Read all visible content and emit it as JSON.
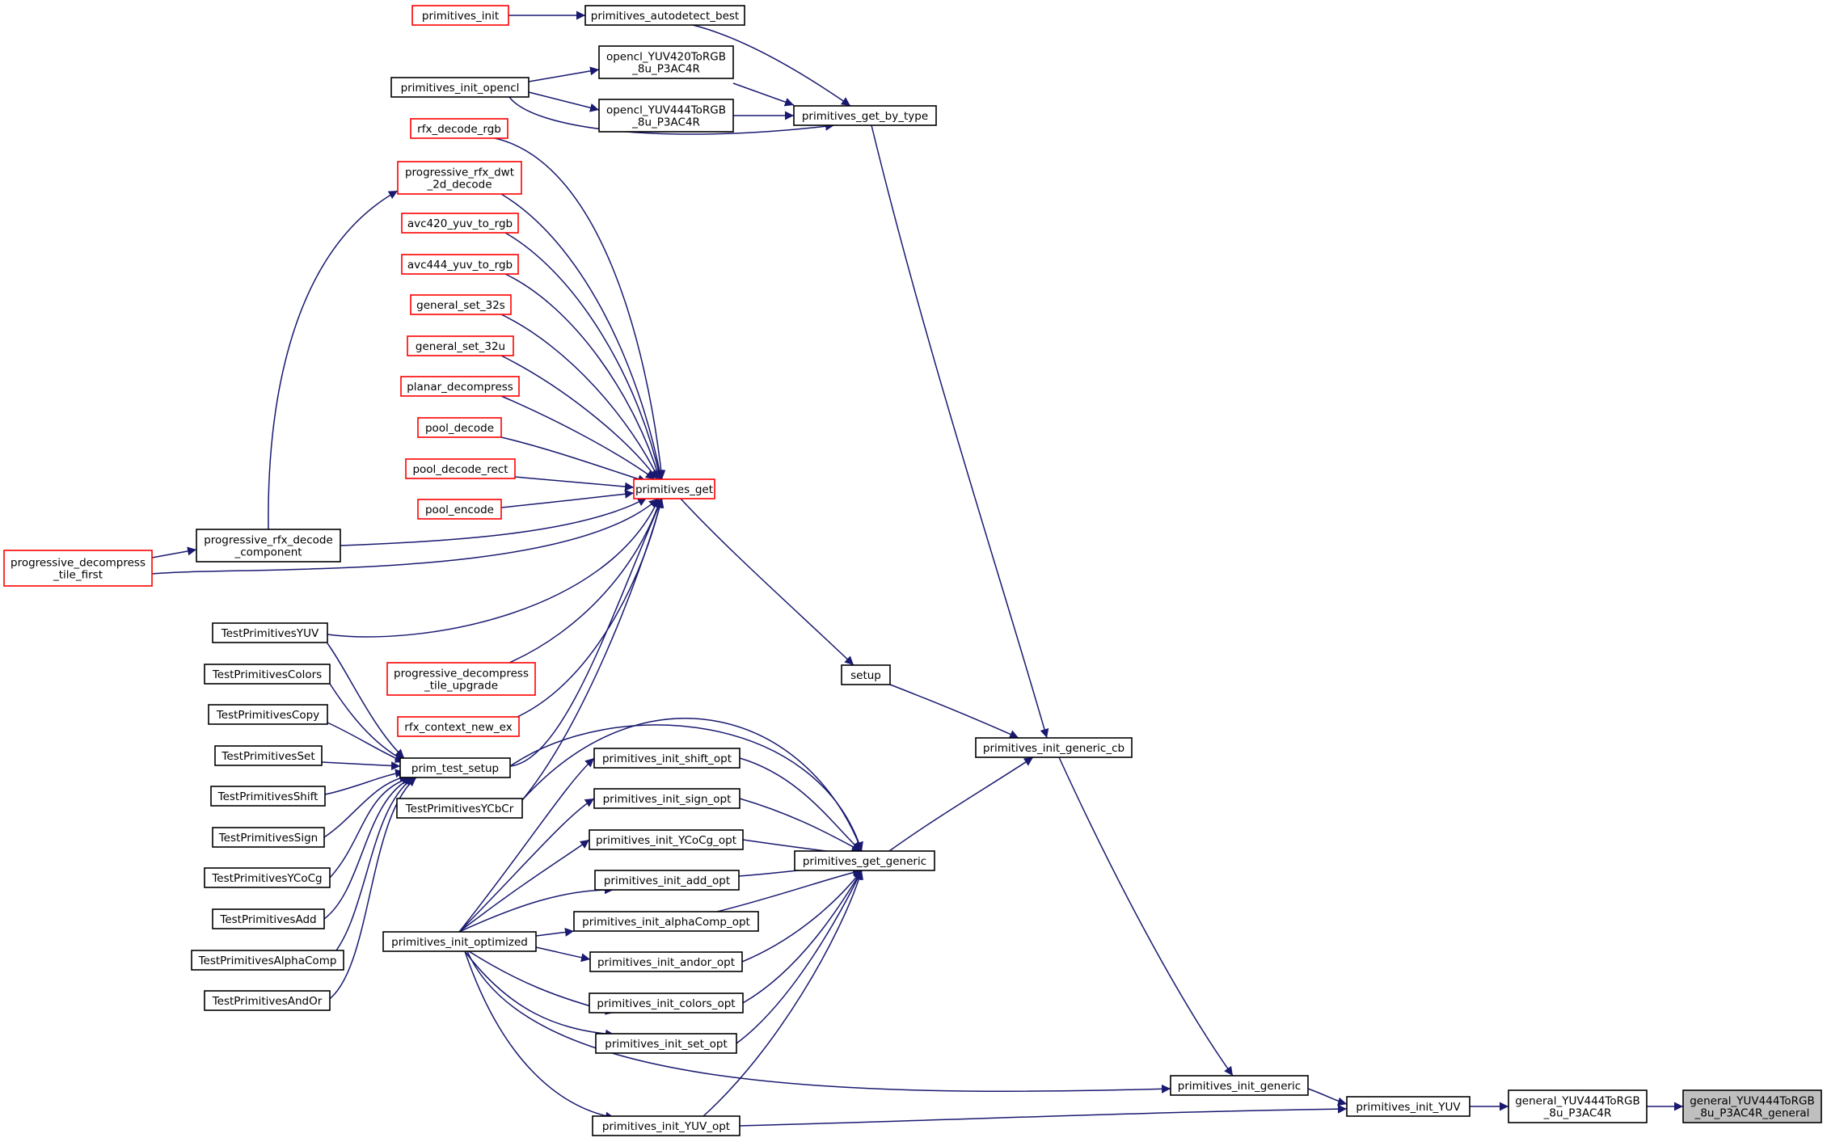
{
  "colors": {
    "edge": "#191970",
    "node_border": "#000000",
    "external_border": "#ff0000",
    "focus_fill": "#bfbfbf"
  },
  "nodes": {
    "primitives_init": {
      "lines": [
        "primitives_init"
      ],
      "style": "red"
    },
    "primitives_autodetect_best": {
      "lines": [
        "primitives_autodetect_best"
      ],
      "style": "normal"
    },
    "opencl_YUV420": {
      "lines": [
        "opencl_YUV420ToRGB",
        "_8u_P3AC4R"
      ],
      "style": "normal"
    },
    "opencl_YUV444": {
      "lines": [
        "opencl_YUV444ToRGB",
        "_8u_P3AC4R"
      ],
      "style": "normal"
    },
    "primitives_init_opencl": {
      "lines": [
        "primitives_init_opencl"
      ],
      "style": "normal"
    },
    "primitives_get_by_type": {
      "lines": [
        "primitives_get_by_type"
      ],
      "style": "normal"
    },
    "rfx_decode_rgb": {
      "lines": [
        "rfx_decode_rgb"
      ],
      "style": "red"
    },
    "progressive_rfx_dwt_2d_decode": {
      "lines": [
        "progressive_rfx_dwt",
        "_2d_decode"
      ],
      "style": "red"
    },
    "avc420_yuv_to_rgb": {
      "lines": [
        "avc420_yuv_to_rgb"
      ],
      "style": "red"
    },
    "avc444_yuv_to_rgb": {
      "lines": [
        "avc444_yuv_to_rgb"
      ],
      "style": "red"
    },
    "general_set_32s": {
      "lines": [
        "general_set_32s"
      ],
      "style": "red"
    },
    "general_set_32u": {
      "lines": [
        "general_set_32u"
      ],
      "style": "red"
    },
    "planar_decompress": {
      "lines": [
        "planar_decompress"
      ],
      "style": "red"
    },
    "pool_decode": {
      "lines": [
        "pool_decode"
      ],
      "style": "red"
    },
    "pool_decode_rect": {
      "lines": [
        "pool_decode_rect"
      ],
      "style": "red"
    },
    "pool_encode": {
      "lines": [
        "pool_encode"
      ],
      "style": "red"
    },
    "primitives_get": {
      "lines": [
        "primitives_get"
      ],
      "style": "red"
    },
    "progressive_rfx_decode_component": {
      "lines": [
        "progressive_rfx_decode",
        "_component"
      ],
      "style": "normal"
    },
    "progressive_decompress_tile_first": {
      "lines": [
        "progressive_decompress",
        "_tile_first"
      ],
      "style": "red"
    },
    "TestPrimitivesYUV": {
      "lines": [
        "TestPrimitivesYUV"
      ],
      "style": "normal"
    },
    "TestPrimitivesColors": {
      "lines": [
        "TestPrimitivesColors"
      ],
      "style": "normal"
    },
    "TestPrimitivesCopy": {
      "lines": [
        "TestPrimitivesCopy"
      ],
      "style": "normal"
    },
    "TestPrimitivesSet": {
      "lines": [
        "TestPrimitivesSet"
      ],
      "style": "normal"
    },
    "TestPrimitivesShift": {
      "lines": [
        "TestPrimitivesShift"
      ],
      "style": "normal"
    },
    "TestPrimitivesSign": {
      "lines": [
        "TestPrimitivesSign"
      ],
      "style": "normal"
    },
    "TestPrimitivesYCoCg": {
      "lines": [
        "TestPrimitivesYCoCg"
      ],
      "style": "normal"
    },
    "TestPrimitivesAdd": {
      "lines": [
        "TestPrimitivesAdd"
      ],
      "style": "normal"
    },
    "TestPrimitivesAlphaComp": {
      "lines": [
        "TestPrimitivesAlphaComp"
      ],
      "style": "normal"
    },
    "TestPrimitivesAndOr": {
      "lines": [
        "TestPrimitivesAndOr"
      ],
      "style": "normal"
    },
    "progressive_decompress_tile_upgrade": {
      "lines": [
        "progressive_decompress",
        "_tile_upgrade"
      ],
      "style": "red"
    },
    "rfx_context_new_ex": {
      "lines": [
        "rfx_context_new_ex"
      ],
      "style": "red"
    },
    "prim_test_setup": {
      "lines": [
        "prim_test_setup"
      ],
      "style": "normal"
    },
    "TestPrimitivesYCbCr": {
      "lines": [
        "TestPrimitivesYCbCr"
      ],
      "style": "normal"
    },
    "setup": {
      "lines": [
        "setup"
      ],
      "style": "normal"
    },
    "primitives_init_generic_cb": {
      "lines": [
        "primitives_init_generic_cb"
      ],
      "style": "normal"
    },
    "primitives_init_shift_opt": {
      "lines": [
        "primitives_init_shift_opt"
      ],
      "style": "normal"
    },
    "primitives_init_sign_opt": {
      "lines": [
        "primitives_init_sign_opt"
      ],
      "style": "normal"
    },
    "primitives_init_YCoCg_opt": {
      "lines": [
        "primitives_init_YCoCg_opt"
      ],
      "style": "normal"
    },
    "primitives_init_add_opt": {
      "lines": [
        "primitives_init_add_opt"
      ],
      "style": "normal"
    },
    "primitives_init_alphaComp_opt": {
      "lines": [
        "primitives_init_alphaComp_opt"
      ],
      "style": "normal"
    },
    "primitives_init_andor_opt": {
      "lines": [
        "primitives_init_andor_opt"
      ],
      "style": "normal"
    },
    "primitives_init_colors_opt": {
      "lines": [
        "primitives_init_colors_opt"
      ],
      "style": "normal"
    },
    "primitives_init_set_opt": {
      "lines": [
        "primitives_init_set_opt"
      ],
      "style": "normal"
    },
    "primitives_init_YUV_opt": {
      "lines": [
        "primitives_init_YUV_opt"
      ],
      "style": "normal"
    },
    "primitives_get_generic": {
      "lines": [
        "primitives_get_generic"
      ],
      "style": "normal"
    },
    "primitives_init_optimized": {
      "lines": [
        "primitives_init_optimized"
      ],
      "style": "normal"
    },
    "primitives_init_generic": {
      "lines": [
        "primitives_init_generic"
      ],
      "style": "normal"
    },
    "primitives_init_YUV": {
      "lines": [
        "primitives_init_YUV"
      ],
      "style": "normal"
    },
    "general_YUV444ToRGB_8u_P3AC4R": {
      "lines": [
        "general_YUV444ToRGB",
        "_8u_P3AC4R"
      ],
      "style": "normal"
    },
    "general_YUV444ToRGB_8u_P3AC4R_general": {
      "lines": [
        "general_YUV444ToRGB",
        "_8u_P3AC4R_general"
      ],
      "style": "focus"
    }
  }
}
